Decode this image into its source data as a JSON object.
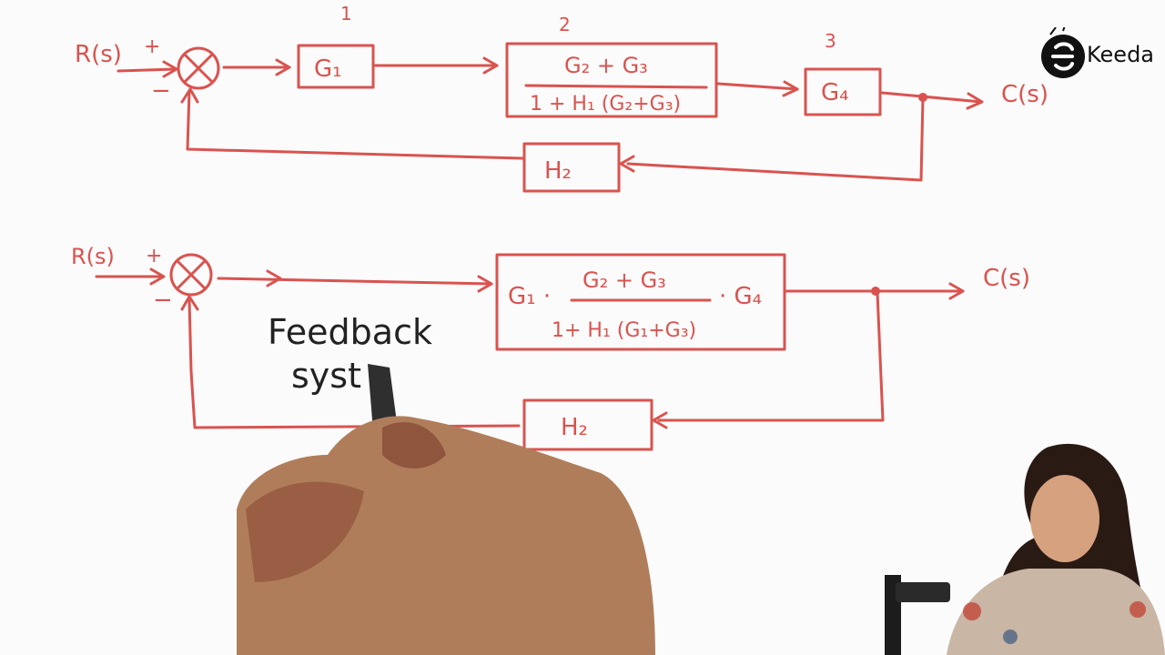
{
  "logo": {
    "text": "Keeda"
  },
  "top": {
    "input": "R(s)",
    "plus": "+",
    "minus": "−",
    "num1": "1",
    "num2": "2",
    "num3": "3",
    "g1": "G₁",
    "block2_num": "G₂ + G₃",
    "block2_den": "1 + H₁ (G₂+G₃)",
    "g4": "G₄",
    "h2": "H₂",
    "output": "C(s)"
  },
  "bottom": {
    "input": "R(s)",
    "plus": "+",
    "minus": "−",
    "lead": "G₁ ·",
    "num": "G₂ + G₃",
    "den": "1+ H₁ (G₁+G₃)",
    "trail": "· G₄",
    "h2": "H₂",
    "output": "C(s)"
  },
  "note": {
    "line1": "Feedback",
    "line2": "syst"
  },
  "colors": {
    "ink": "#d9534f",
    "pen": "#222222",
    "logo": "#111111",
    "skin": "#b07d5b"
  }
}
